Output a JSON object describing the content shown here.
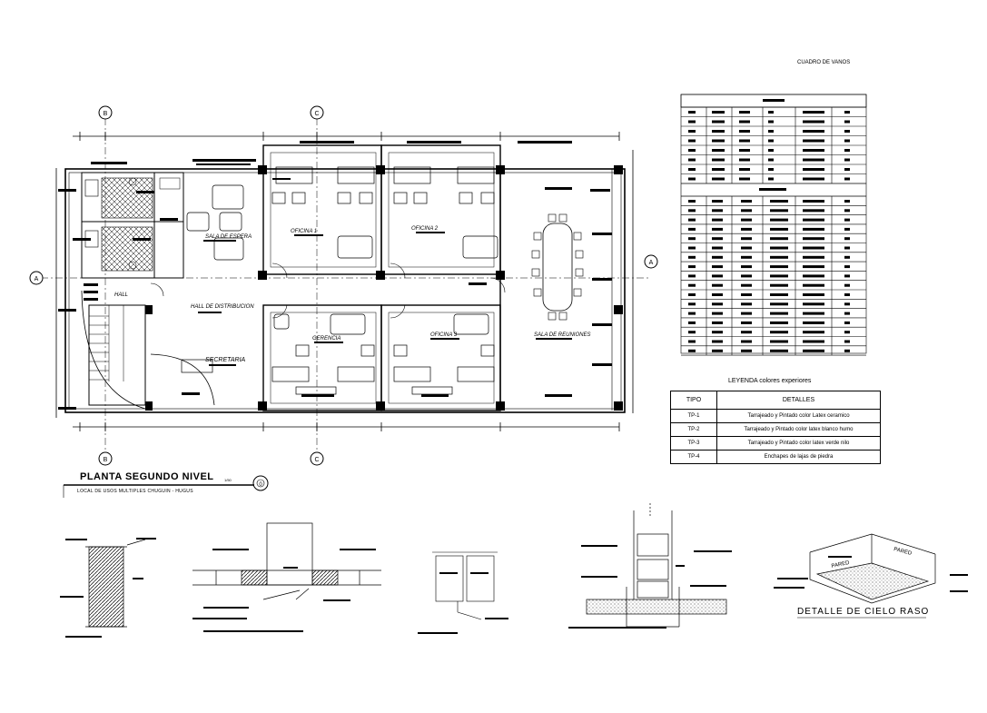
{
  "plan": {
    "title": "PLANTA SEGUNDO NIVEL",
    "scale": "1/50",
    "subtitle": "LOCAL DE USOS MULTIPLES CHUGUIN - HUGUS",
    "axes": {
      "b": "B",
      "c": "C",
      "a": "A"
    },
    "section_marker": "0",
    "rooms": {
      "oficina1": "OFICINA 1",
      "oficina2": "OFICINA 2",
      "oficina3": "OFICINA 3",
      "gerencia": "GERENCIA",
      "sala_reuniones": "SALA DE REUNIONES",
      "sala_espera": "SALA DE ESPERA",
      "hall_distribucion": "HALL DE DISTRIBUCION",
      "hall": "HALL",
      "secretaria": "SECRETARIA"
    }
  },
  "vanos": {
    "title": "CUADRO DE VANOS"
  },
  "legend": {
    "title": "LEYENDA colores experiores",
    "headers": {
      "tipo": "TIPO",
      "detalles": "DETALLES"
    },
    "rows": [
      {
        "tipo": "TP-1",
        "detalle": "Tarrajeado y Pintado color Latex ceramico"
      },
      {
        "tipo": "TP-2",
        "detalle": "Tarrajeado y Pintado color latex blanco humo"
      },
      {
        "tipo": "TP-3",
        "detalle": "Tarrajeado y Pintado color latex verde nilo"
      },
      {
        "tipo": "TP-4",
        "detalle": "Enchapes de lajas de piedra"
      }
    ]
  },
  "ceiling": {
    "title": "DETALLE  DE  CIELO RASO",
    "pared_a": "PARED",
    "pared_b": "PARED"
  }
}
